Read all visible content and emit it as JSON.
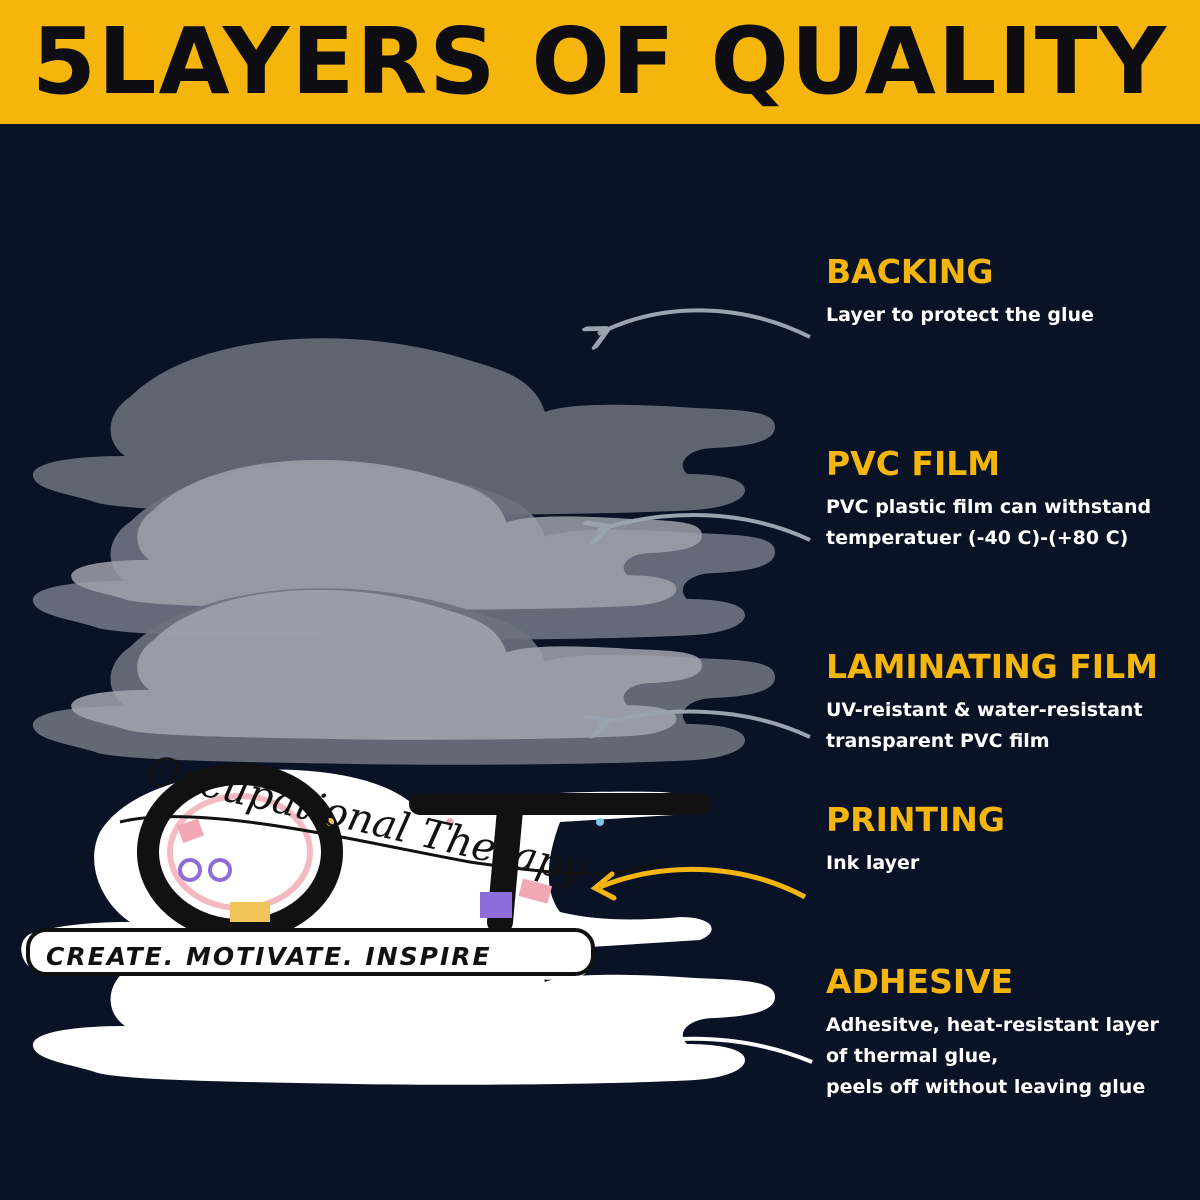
{
  "banner": {
    "title": "5LAYERS OF QUALITY"
  },
  "sticker": {
    "logo_letters": "OT",
    "script_text": "Occupational Therapy",
    "tagline": "CREATE. MOTIVATE. INSPIRE"
  },
  "layers": [
    {
      "title": "BACKING",
      "lines": [
        "Layer to protect the glue"
      ]
    },
    {
      "title": "PVC FILM",
      "lines": [
        "PVC plastic film can withstand",
        "temperatuer (-40 C)-(+80 C)"
      ]
    },
    {
      "title": "LAMINATING FILM",
      "lines": [
        "UV-reistant & water-resistant",
        "transparent PVC film"
      ]
    },
    {
      "title": "PRINTING",
      "lines": [
        "Ink layer"
      ]
    },
    {
      "title": "ADHESIVE",
      "lines": [
        "Adhesitve, heat-resistant layer",
        "of thermal glue,",
        "peels off without leaving glue"
      ]
    }
  ],
  "colors": {
    "accent": "#f5b50b",
    "background": "#0a1326",
    "text": "#ffffff"
  }
}
